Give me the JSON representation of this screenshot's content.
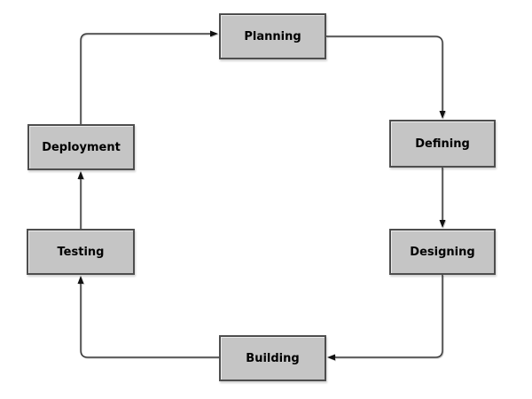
{
  "diagram": {
    "type": "cycle-flowchart",
    "nodes": [
      {
        "id": "planning",
        "label": "Planning"
      },
      {
        "id": "defining",
        "label": "Defining"
      },
      {
        "id": "designing",
        "label": "Designing"
      },
      {
        "id": "building",
        "label": "Building"
      },
      {
        "id": "testing",
        "label": "Testing"
      },
      {
        "id": "deployment",
        "label": "Deployment"
      }
    ],
    "edges": [
      {
        "from": "planning",
        "to": "defining"
      },
      {
        "from": "defining",
        "to": "designing"
      },
      {
        "from": "designing",
        "to": "building"
      },
      {
        "from": "building",
        "to": "testing"
      },
      {
        "from": "testing",
        "to": "deployment"
      },
      {
        "from": "deployment",
        "to": "planning"
      }
    ],
    "colors": {
      "background": "#ffffff",
      "node_fill": "#c5c5c5",
      "node_border": "#4e4e4e",
      "connector": "#3a3a3a",
      "arrowhead": "#111111",
      "text": "#000000"
    }
  }
}
